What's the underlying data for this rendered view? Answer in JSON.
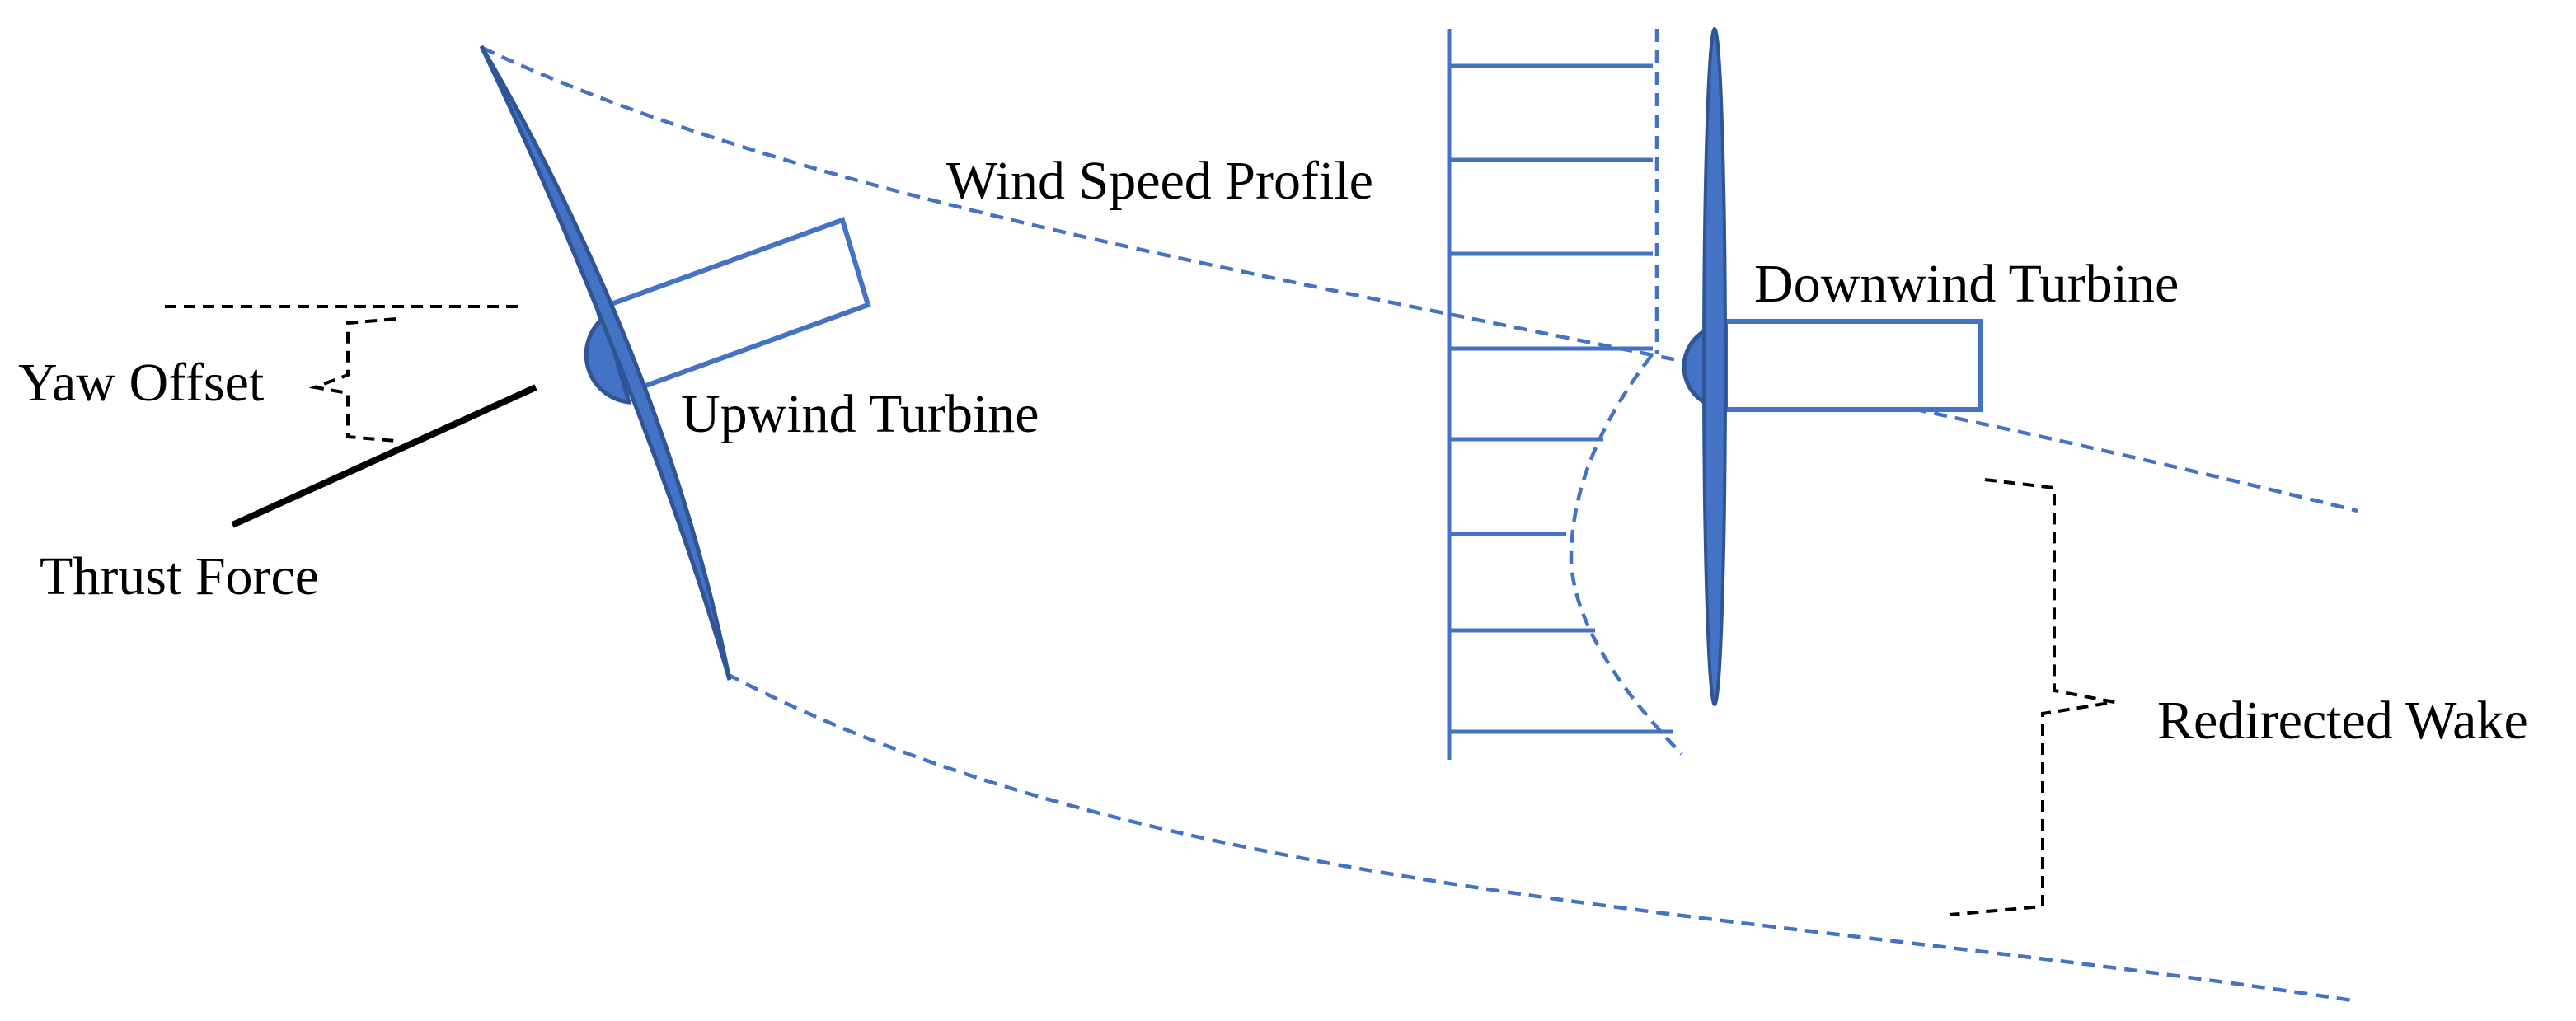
{
  "labels": {
    "wind_speed_profile": "Wind Speed Profile",
    "downwind_turbine": "Downwind Turbine",
    "upwind_turbine": "Upwind Turbine",
    "yaw_offset": "Yaw Offset",
    "thrust_force": "Thrust Force",
    "redirected_wake": "Redirected Wake"
  },
  "colors": {
    "turbine_fill": "#4472c4",
    "turbine_dark": "#2f5597",
    "wake_line": "#4472c4",
    "annotation": "#000000"
  }
}
